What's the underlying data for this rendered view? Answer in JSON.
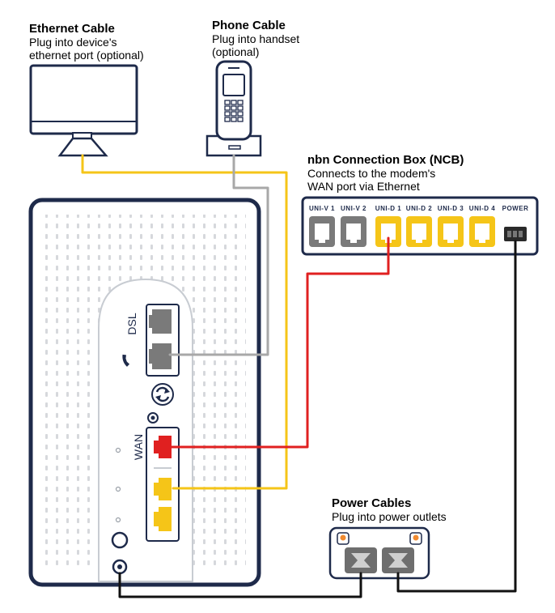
{
  "labels": {
    "ethernet": {
      "title": "Ethernet Cable",
      "desc": "Plug into device's\nethernet port (optional)"
    },
    "phone": {
      "title": "Phone Cable",
      "desc": "Plug into handset\n(optional)"
    },
    "ncb": {
      "title": "nbn Connection Box (NCB)",
      "desc": "Connects to the modem's\nWAN port via Ethernet"
    },
    "power": {
      "title": "Power Cables",
      "desc": "Plug into power outlets"
    }
  },
  "ncb_ports": [
    "UNI-V 1",
    "UNI-V 2",
    "UNI-D 1",
    "UNI-D 2",
    "UNI-D 3",
    "UNI-D 4",
    "POWER"
  ],
  "modem_labels": {
    "dsl": "DSL",
    "wan": "WAN"
  },
  "colors": {
    "ethernet_cable": "#f5c518",
    "phone_cable": "#a8a8a8",
    "wan_cable": "#e02020",
    "power_cable": "#111111",
    "device_outline": "#1e2a4a",
    "port_yellow": "#f5c518",
    "port_gray": "#7a7a7a",
    "port_red": "#e02020"
  },
  "icons": [
    "monitor-icon",
    "cordless-phone-icon",
    "phone-handset-icon",
    "wps-sync-icon",
    "reset-icon",
    "power-button-icon",
    "power-socket-icon"
  ]
}
